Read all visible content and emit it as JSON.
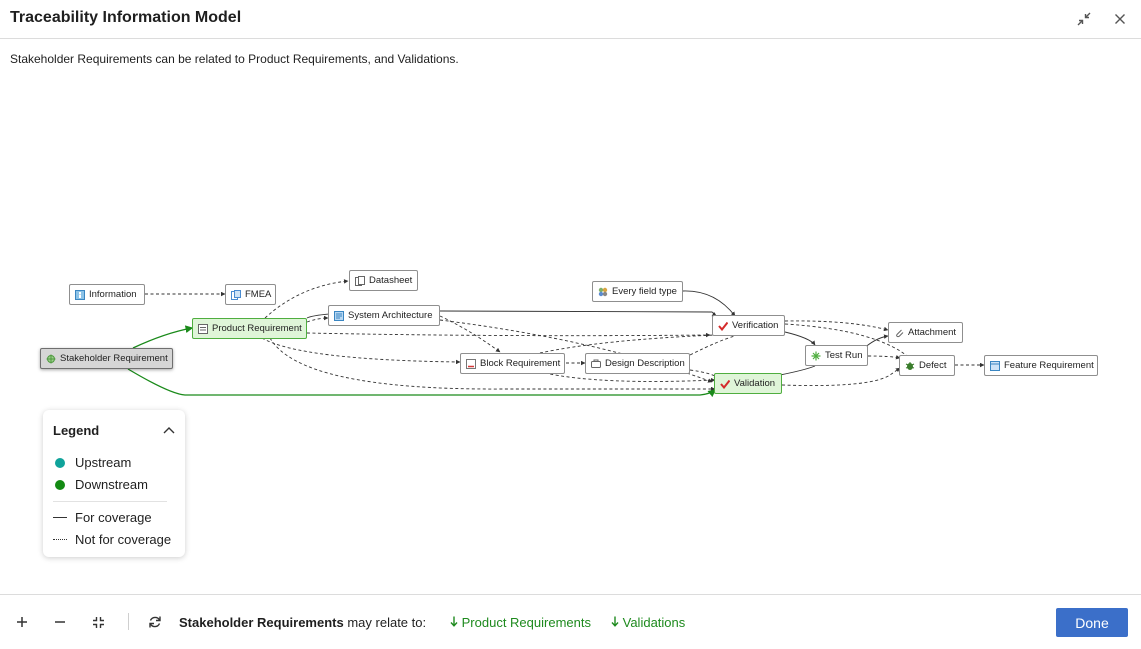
{
  "window": {
    "title": "Traceability Information Model"
  },
  "description": "Stakeholder Requirements can be related to Product Requirements, and Validations.",
  "nodes": {
    "information": "Information",
    "fmea": "FMEA",
    "datasheet": "Datasheet",
    "every_field_type": "Every field type",
    "product_requirement": "Product Requirement",
    "system_architecture": "System Architecture",
    "verification": "Verification",
    "attachment": "Attachment",
    "stakeholder_requirement": "Stakeholder Requirement",
    "block_requirement": "Block Requirement",
    "design_description": "Design Description",
    "test_run": "Test Run",
    "defect": "Defect",
    "feature_requirement": "Feature Requirement",
    "validation": "Validation"
  },
  "legend": {
    "title": "Legend",
    "upstream": "Upstream",
    "downstream": "Downstream",
    "for_coverage": "For coverage",
    "not_for_coverage": "Not for coverage",
    "upstream_color": "#10a39b",
    "downstream_color": "#138a13"
  },
  "footer": {
    "subject": "Stakeholder Requirements",
    "may_relate": "may relate to:",
    "links": [
      "Product Requirements",
      "Validations"
    ],
    "done": "Done"
  },
  "colors": {
    "accent": "#3b6fc9",
    "downstream": "#1e8a1e"
  }
}
